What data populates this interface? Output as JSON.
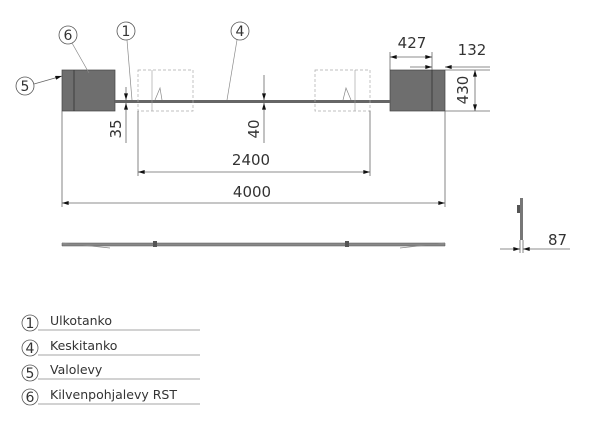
{
  "dimensions": {
    "overall_length": "4000",
    "inner_length": "2400",
    "outer_rod_height": "35",
    "middle_rod_height": "40",
    "plate_height": "430",
    "plate_width": "427",
    "light_plate_width": "132",
    "side_depth": "87"
  },
  "balloons": [
    "1",
    "4",
    "5",
    "6"
  ],
  "legend": [
    {
      "number": "1",
      "label": "Ulkotanko"
    },
    {
      "number": "4",
      "label": "Keskitanko"
    },
    {
      "number": "5",
      "label": "Valolevy"
    },
    {
      "number": "6",
      "label": "Kilvenpohjalevy RST"
    }
  ]
}
